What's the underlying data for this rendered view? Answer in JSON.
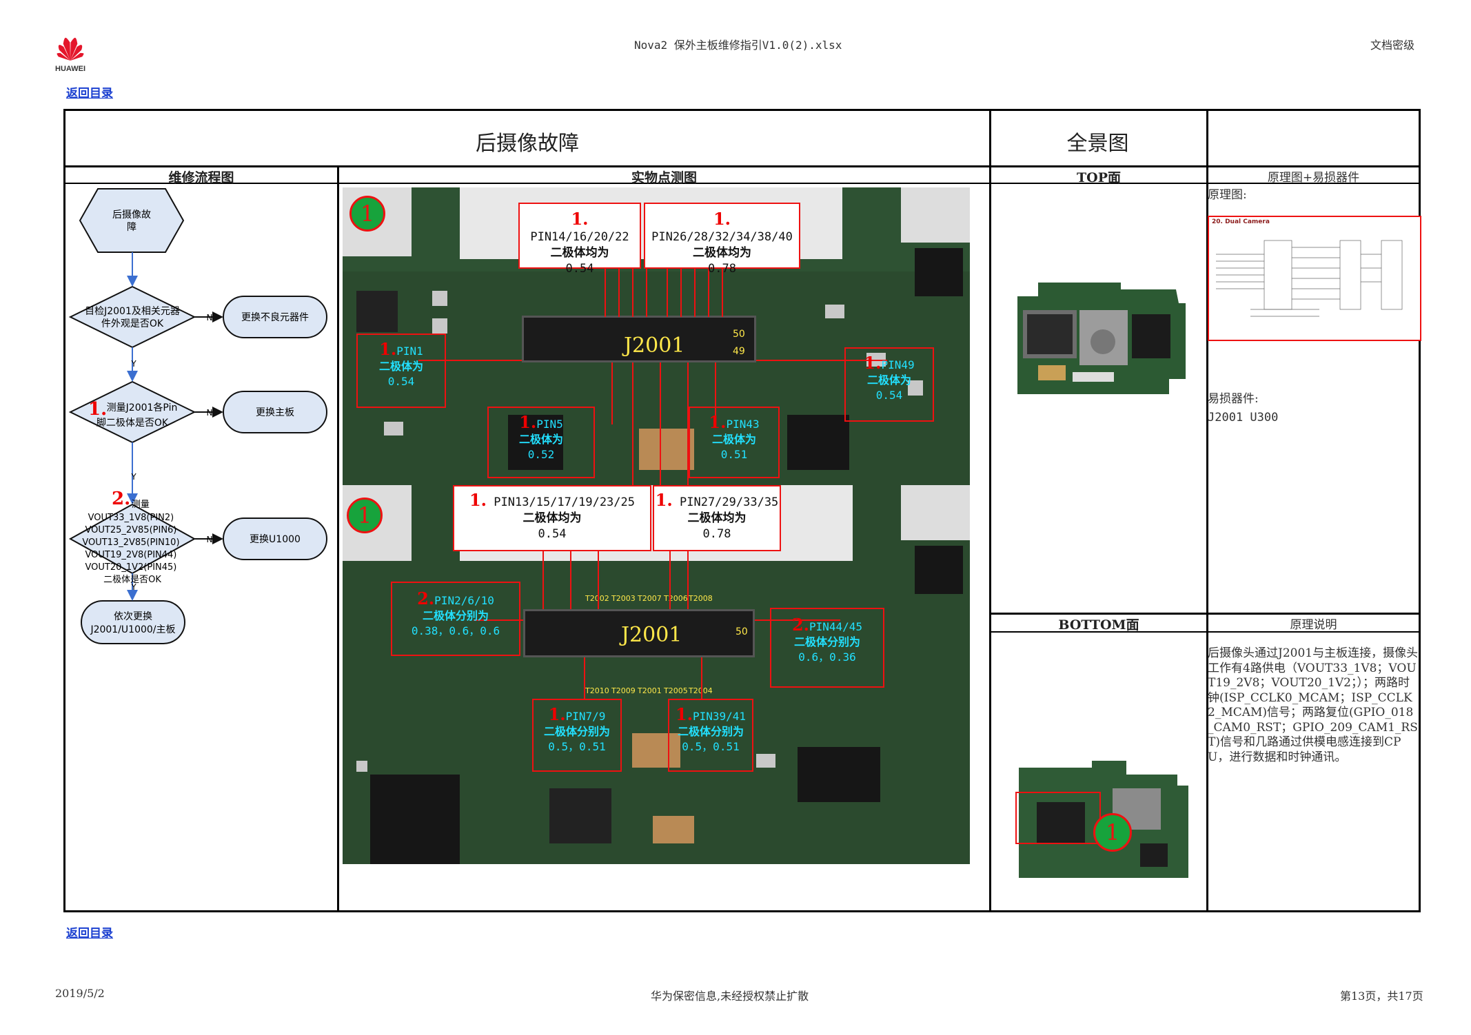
{
  "header": {
    "logo_text": "HUAWEI",
    "file_title": "Nova2 保外主板维修指引V1.0(2).xlsx",
    "security": "文档密级"
  },
  "links": {
    "back_top": "返回目录",
    "back_bottom": "返回目录"
  },
  "table": {
    "title_main": "后摄像故障",
    "title_panorama": "全景图",
    "col_flow": "维修流程图",
    "col_photo": "实物点测图",
    "col_top": "TOP面",
    "col_schematic": "原理图+易损器件",
    "col_bottom": "BOTTOM面",
    "col_explain": "原理说明"
  },
  "flow": {
    "start": [
      "后摄像故",
      "障"
    ],
    "q1": [
      "目检J2001及相关元器",
      "件外观是否OK"
    ],
    "a1": "更换不良元器件",
    "q2_num": "1.",
    "q2": [
      "测量J2001各Pin",
      "脚二极体是否OK"
    ],
    "a2": "更换主板",
    "q3_num": "2.",
    "q3": [
      "测量",
      "VOUT33_1V8(PIN2)",
      "VOUT25_2V85(PIN6)",
      "VOUT13_2V85(PIN10)",
      "VOUT19_2V8(PIN44)",
      "VOUT20_1V2(PIN45)",
      "二极体是否OK"
    ],
    "a3": "更换U1000",
    "end": [
      "依次更换",
      "J2001/U1000/主板"
    ],
    "yes": "Y",
    "no": "N"
  },
  "photo_top": {
    "circle": "1",
    "connector": "J2001",
    "pin50": "50",
    "pin49": "49",
    "labels": [
      {
        "num": "1.",
        "pins": "PIN14/16/20/22",
        "desc": "二极体均为",
        "val": "0.54"
      },
      {
        "num": "1.",
        "pins": "PIN26/28/32/34/38/40",
        "desc": "二极体均为",
        "val": "0.78"
      },
      {
        "num": "1.",
        "pins": "PIN1",
        "desc": "二极体为",
        "val": "0.54"
      },
      {
        "num": "1.",
        "pins": "PIN5",
        "desc": "二极体为",
        "val": "0.52"
      },
      {
        "num": "1.",
        "pins": "PIN43",
        "desc": "二极体为",
        "val": "0.51"
      },
      {
        "num": "1.",
        "pins": "PIN49",
        "desc": "二极体为",
        "val": "0.54"
      }
    ]
  },
  "photo_bottom": {
    "circle": "1",
    "connector": "J2001",
    "pin50": "50",
    "tp_top": [
      "T2002",
      "T2003",
      "T2007",
      "T2006",
      "T2008"
    ],
    "tp_bottom": [
      "T2010",
      "T2009",
      "T2001",
      "T2005",
      "T2004"
    ],
    "labels": [
      {
        "num": "1.",
        "pins": "PIN13/15/17/19/23/25",
        "desc": "二极体均为",
        "val": "0.54"
      },
      {
        "num": "1.",
        "pins": "PIN27/29/33/35",
        "desc": "二极体均为",
        "val": "0.78"
      },
      {
        "num": "2.",
        "pins": "PIN2/6/10",
        "desc": "二极体分别为",
        "val": "0.38，0.6，0.6"
      },
      {
        "num": "2.",
        "pins": "PIN44/45",
        "desc": "二极体分别为",
        "val": "0.6，0.36"
      },
      {
        "num": "1.",
        "pins": "PIN7/9",
        "desc": "二极体分别为",
        "val": "0.5，0.51"
      },
      {
        "num": "1.",
        "pins": "PIN39/41",
        "desc": "二极体分别为",
        "val": "0.5，0.51"
      }
    ]
  },
  "schematic": {
    "label": "原理图:",
    "thumb_title": "20. Dual Camera",
    "fragile_label": "易损器件:",
    "fragile_parts": "J2001 U300"
  },
  "bottom_view": {
    "circle": "1"
  },
  "explain": "后摄像头通过J2001与主板连接，摄像头工作有4路供电（VOUT33_1V8；VOUT19_2V8；VOUT20_1V2；）；两路时钟(ISP_CCLK0_MCAM；ISP_CCLK2_MCAM)信号；两路复位(GPIO_018_CAM0_RST；GPIO_209_CAM1_RST)信号和几路通过供模电感连接到CPU，进行数据和时钟通讯。",
  "footer": {
    "date": "2019/5/2",
    "notice": "华为保密信息,未经授权禁止扩散",
    "page": "第13页，共17页"
  },
  "colors": {
    "accent_red": "#e11111",
    "board_green": "#2b4a2e",
    "cyan_text": "#22e0ff",
    "flow_fill": "#dde7f5",
    "link_blue": "#1a3fd0"
  }
}
